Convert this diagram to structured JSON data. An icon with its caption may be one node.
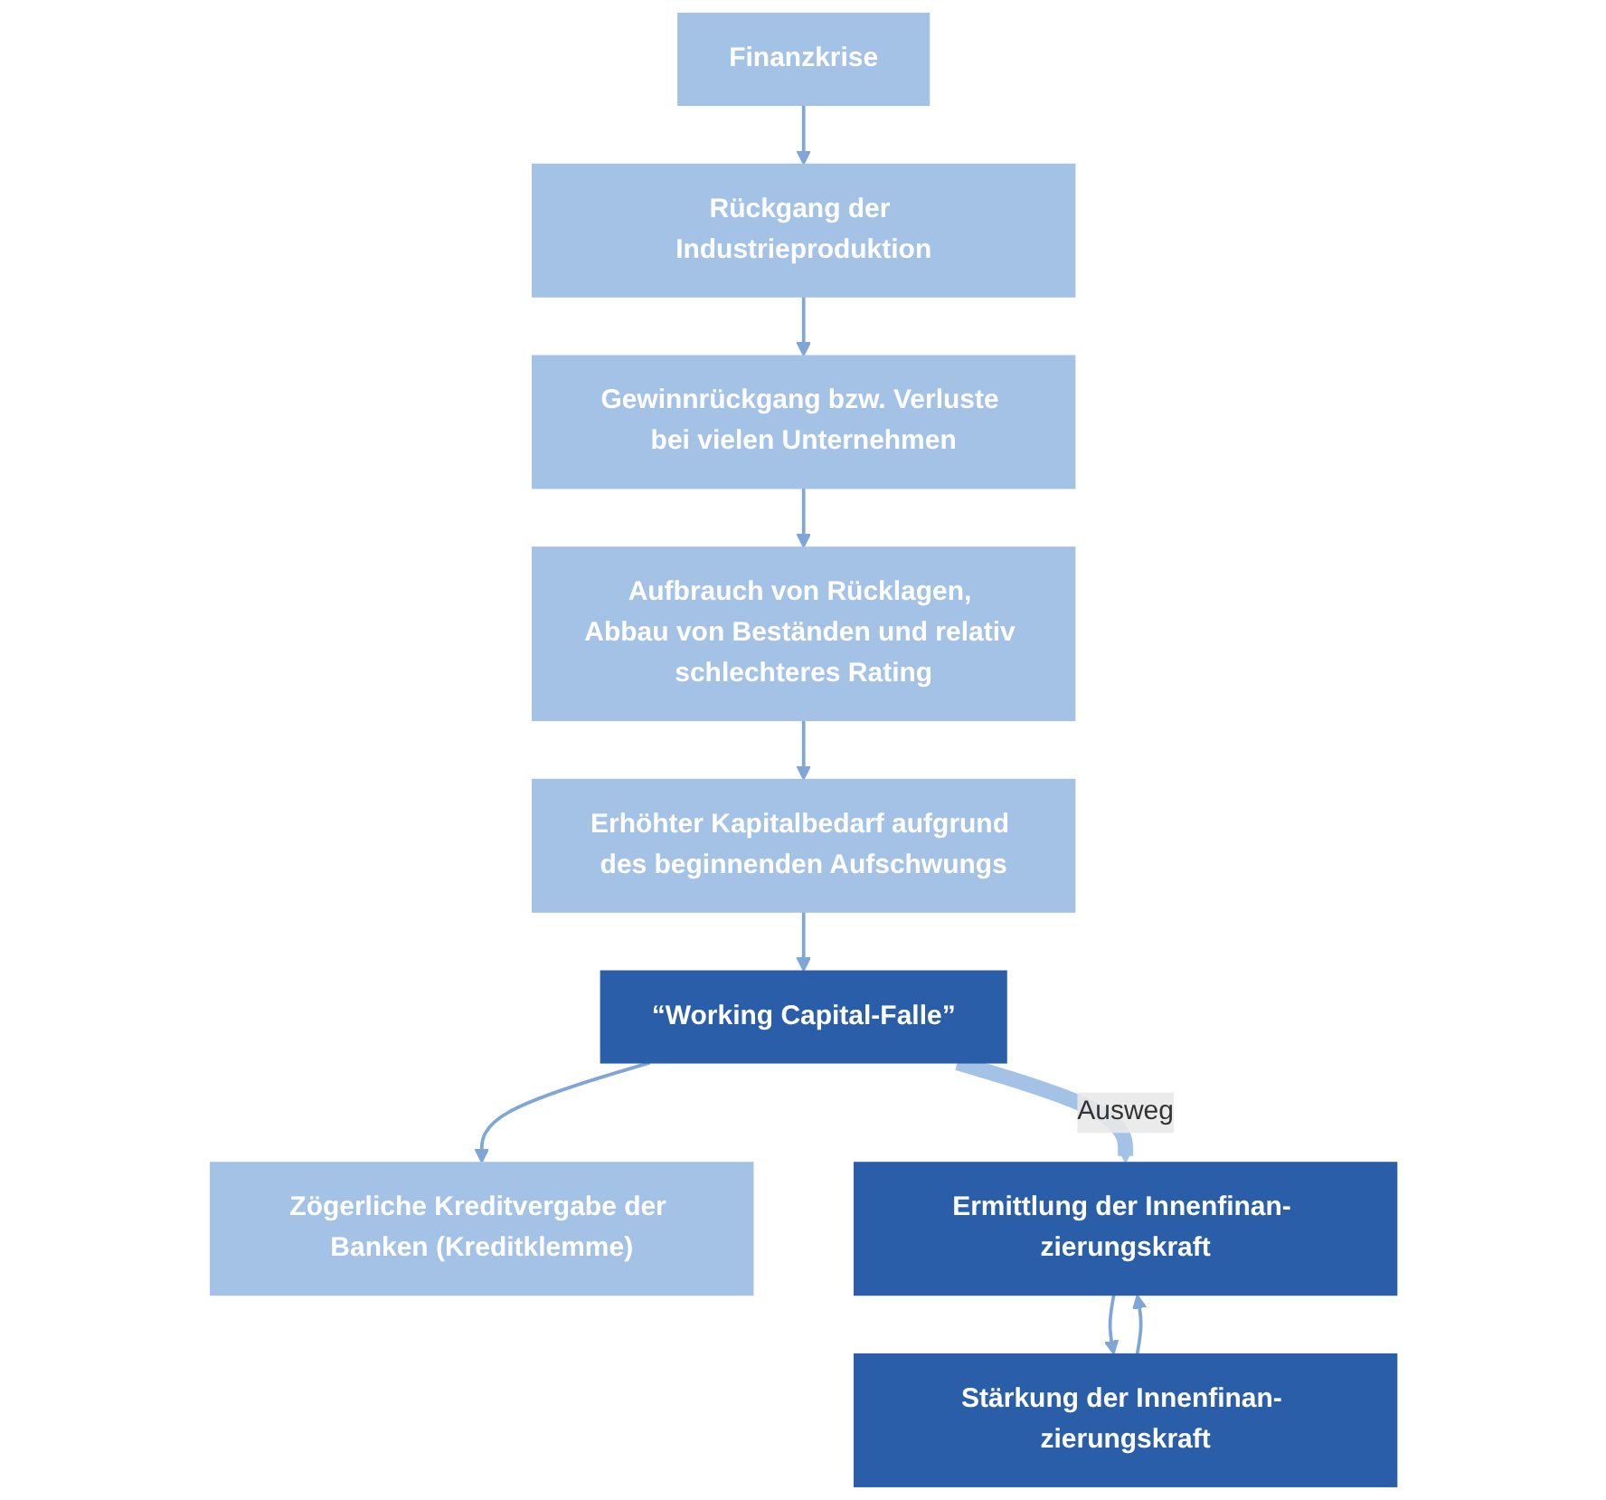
{
  "diagram": {
    "nodes": [
      {
        "text": [
          "Finanzkrise"
        ]
      },
      {
        "text": [
          "Rückgang der Industrieproduktion"
        ]
      },
      {
        "text": [
          "Gewinnrückgang bzw. Verluste bei vielen Unternehmen"
        ]
      },
      {
        "text": [
          "Aufbrauch von Rücklagen, Abbau von Beständen und relativ schlechteres Rating"
        ]
      },
      {
        "text": [
          "Erhöhter Kapitalbedarf aufgrund des beginnenden Aufschwungs"
        ]
      },
      {
        "text": [
          "“Working Capital-Falle”"
        ]
      },
      {
        "text": [
          "Zögerliche Kreditvergabe der Banken (Kreditklemme)"
        ]
      },
      {
        "text": [
          "Stärkung der Innenfinan- zierungskraft"
        ]
      },
      {
        "text": [
          "Ermittlung der Innenfinan- zierungskraft"
        ]
      }
    ],
    "edges": [
      {
        "from": 0,
        "to": 1,
        "arrow": "to"
      },
      {
        "from": 1,
        "to": 2,
        "arrow": "to"
      },
      {
        "from": 2,
        "to": 3,
        "arrow": "to"
      },
      {
        "from": 3,
        "to": 4,
        "arrow": "to"
      },
      {
        "from": 4,
        "to": 5,
        "arrow": "to"
      },
      {
        "from": 5,
        "to": 6,
        "arrow": "to"
      },
      {
        "from": 5,
        "to": 8,
        "label": "Ausweg",
        "arrow": "to",
        "style": "thick"
      },
      {
        "from": 7,
        "to": 8,
        "arrow": "to"
      },
      {
        "from": 8,
        "to": 7,
        "arrow": "to"
      }
    ]
  }
}
